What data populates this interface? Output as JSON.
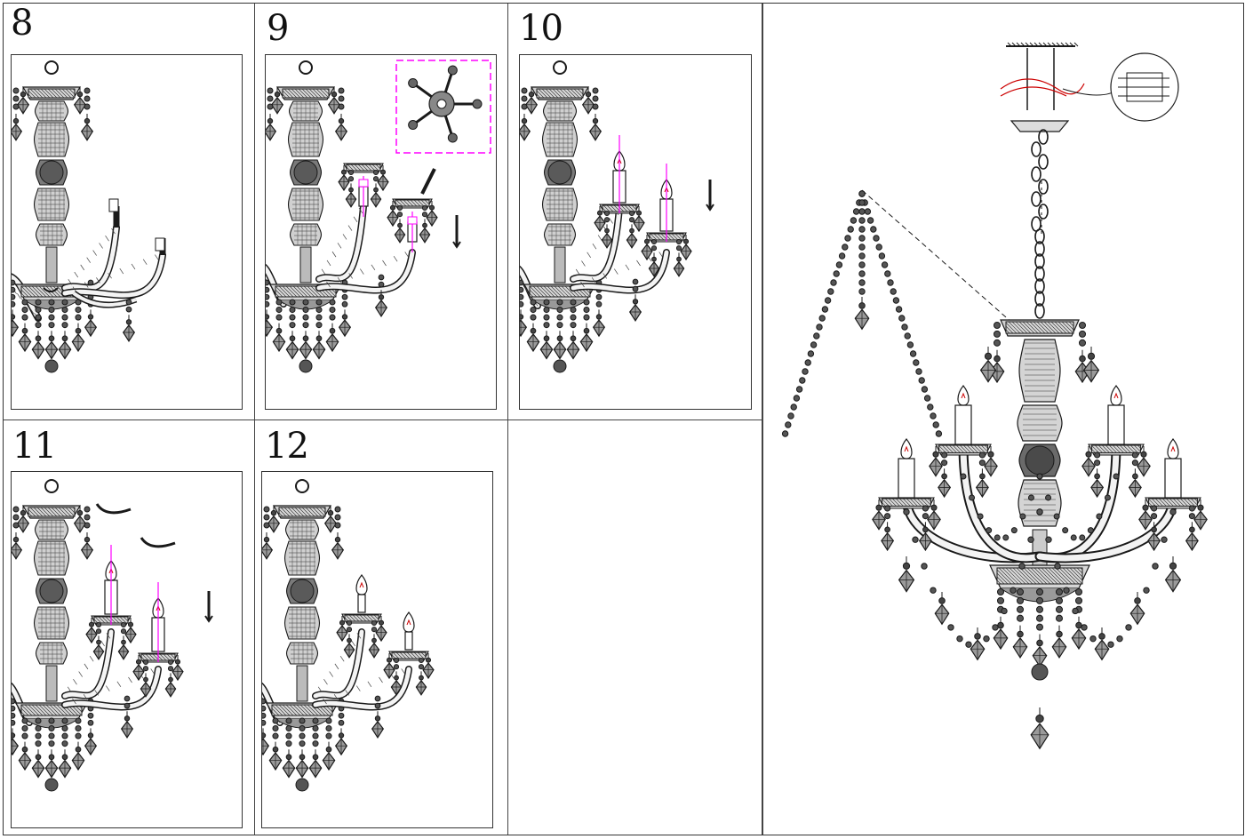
{
  "title": "",
  "steps": [
    {
      "number": "8"
    },
    {
      "number": "9"
    },
    {
      "number": "10"
    },
    {
      "number": "11"
    },
    {
      "number": "12"
    }
  ],
  "colors": {
    "line": "#1a1a1a",
    "guide": "#ff00ff",
    "wire_red": "#cc0000",
    "crystal_fill": "#9a9a9a"
  },
  "icons": [
    "ceiling-plate-icon",
    "wire-connector-icon",
    "chain-icon",
    "crystal-garland-icon",
    "candle-bulb-icon",
    "arrow-down-icon",
    "rotate-arrow-icon"
  ]
}
